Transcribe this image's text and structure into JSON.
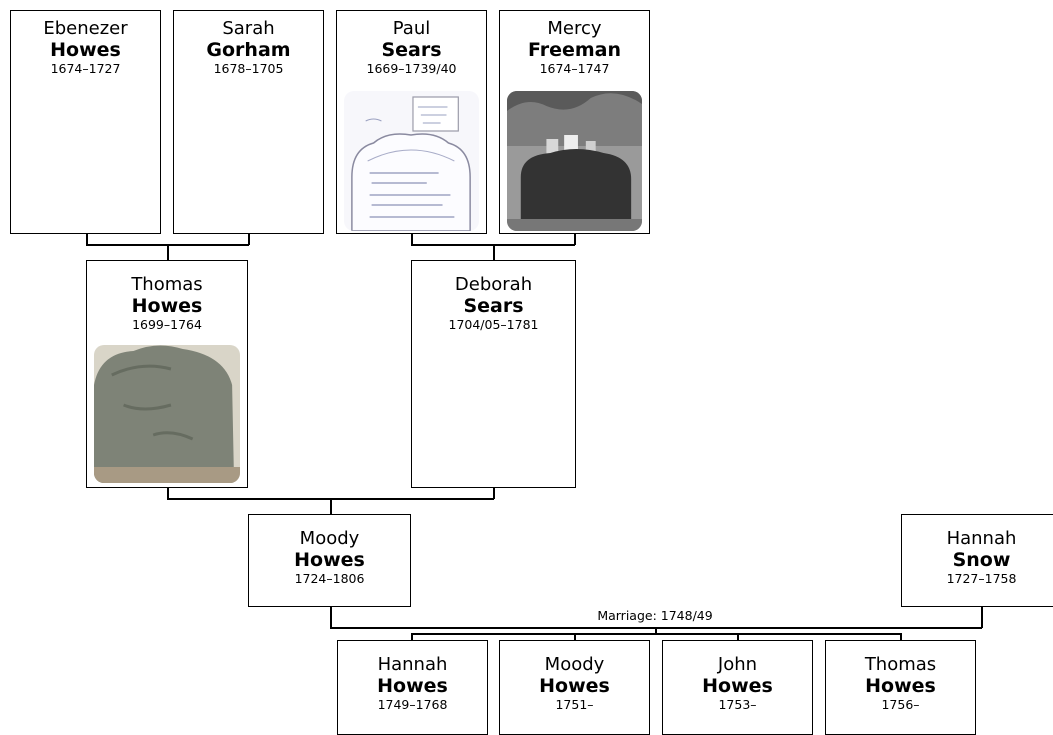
{
  "people": [
    {
      "id": "ebenezer-howes",
      "given": "Ebenezer",
      "surname": "Howes",
      "dates": "1674–1727"
    },
    {
      "id": "sarah-gorham",
      "given": "Sarah",
      "surname": "Gorham",
      "dates": "1678–1705"
    },
    {
      "id": "paul-sears",
      "given": "Paul",
      "surname": "Sears",
      "dates": "1669–1739/40"
    },
    {
      "id": "mercy-freeman",
      "given": "Mercy",
      "surname": "Freeman",
      "dates": "1674–1747"
    },
    {
      "id": "thomas-howes-1699",
      "given": "Thomas",
      "surname": "Howes",
      "dates": "1699–1764"
    },
    {
      "id": "deborah-sears",
      "given": "Deborah",
      "surname": "Sears",
      "dates": "1704/05–1781"
    },
    {
      "id": "moody-howes-1724",
      "given": "Moody",
      "surname": "Howes",
      "dates": "1724–1806"
    },
    {
      "id": "hannah-snow",
      "given": "Hannah",
      "surname": "Snow",
      "dates": "1727–1758"
    },
    {
      "id": "hannah-howes",
      "given": "Hannah",
      "surname": "Howes",
      "dates": "1749–1768"
    },
    {
      "id": "moody-howes-1751",
      "given": "Moody",
      "surname": "Howes",
      "dates": "1751–"
    },
    {
      "id": "john-howes",
      "given": "John",
      "surname": "Howes",
      "dates": "1753–"
    },
    {
      "id": "thomas-howes-1756",
      "given": "Thomas",
      "surname": "Howes",
      "dates": "1756–"
    }
  ],
  "marriage_label": "Marriage: 1748/49",
  "photos": {
    "paul-sears": "gravestone-sketch",
    "mercy-freeman": "gravestone-photo",
    "thomas-howes-1699": "gravestone-photo"
  }
}
